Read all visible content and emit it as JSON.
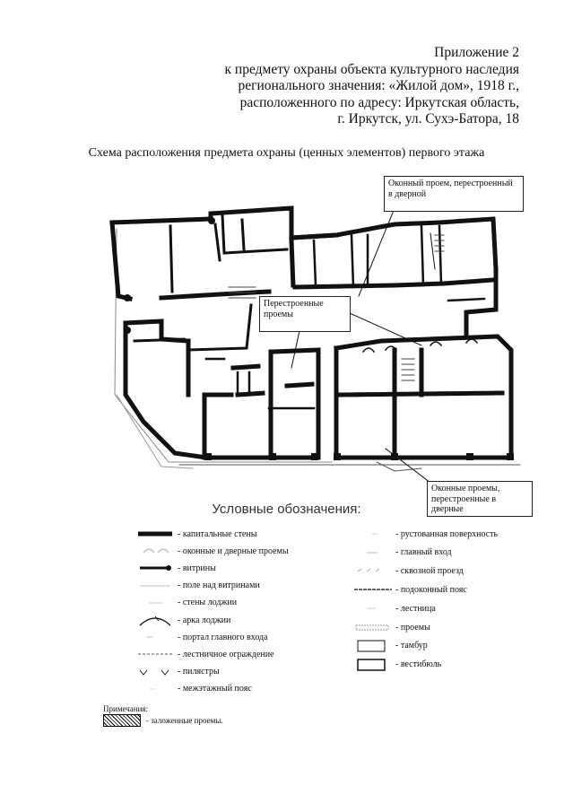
{
  "header": {
    "lines": [
      "Приложение 2",
      "к предмету охраны объекта культурного наследия",
      "регионального значения: «Жилой дом», 1918 г.,",
      "расположенного по адресу: Иркутская область,",
      "г. Иркутск, ул. Сухэ-Батора, 18"
    ]
  },
  "scheme_title": "Схема расположения предмета охраны (ценных элементов) первого этажа",
  "callouts": [
    "Оконный проем, перестроенный в дверной",
    "Перестроенные проемы",
    "Оконные проемы, перестроенные в дверные"
  ],
  "legend": {
    "title": "Условные обозначения:",
    "left": [
      {
        "label": "- капитальные стены",
        "symbol": "thick-wall"
      },
      {
        "label": "- оконные и дверные проемы",
        "symbol": "openings"
      },
      {
        "label": "- витрины",
        "symbol": "showcase"
      },
      {
        "label": "- поле над витринами",
        "symbol": "field-above"
      },
      {
        "label": "- стены лоджии",
        "symbol": "loggia-wall"
      },
      {
        "label": "- арка лоджии",
        "symbol": "arch"
      },
      {
        "label": "- портал главного входа",
        "symbol": "portal"
      },
      {
        "label": "- лестничное ограждение",
        "symbol": "railing"
      },
      {
        "label": "- пилястры",
        "symbol": "pilasters"
      },
      {
        "label": "- межэтажный пояс",
        "symbol": "belt"
      }
    ],
    "right": [
      {
        "label": "- рустованная поверхность",
        "symbol": "rustic"
      },
      {
        "label": "- главный вход",
        "symbol": "main-entrance"
      },
      {
        "label": "- сквозной проезд",
        "symbol": "passage"
      },
      {
        "label": "- подоконный пояс",
        "symbol": "sill-belt"
      },
      {
        "label": "- лестница",
        "symbol": "stairs"
      },
      {
        "label": "- проемы",
        "symbol": "openings-2"
      },
      {
        "label": "- тамбур",
        "symbol": "vestibule-box"
      },
      {
        "label": "- вестибюль",
        "symbol": "lobby-box"
      }
    ]
  },
  "notes": {
    "title": "Примечания:",
    "item": "- заложенные проемы."
  }
}
